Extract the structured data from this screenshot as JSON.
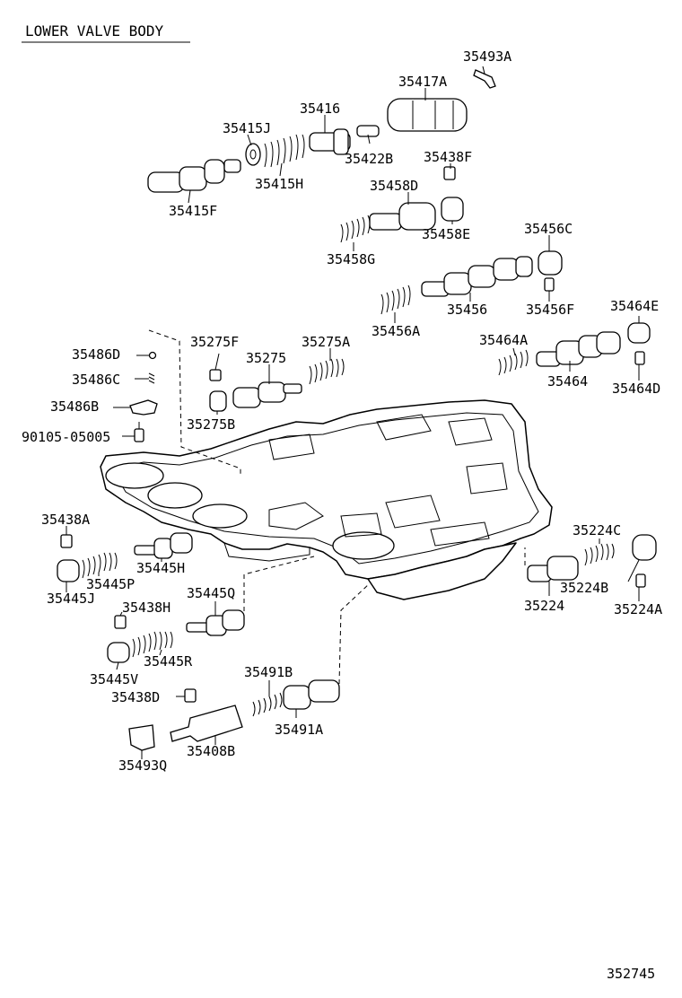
{
  "title": "LOWER VALVE BODY",
  "ref": "352745",
  "parts": [
    "35493A",
    "35417A",
    "35415J",
    "35416",
    "35422B",
    "35438F",
    "35415H",
    "35415F",
    "35458D",
    "35458E",
    "35458G",
    "35456C",
    "35456",
    "35456F",
    "35456A",
    "35464E",
    "35464A",
    "35464",
    "35464D",
    "35486D",
    "35275F",
    "35275A",
    "35275",
    "35486C",
    "35486B",
    "90105-05005",
    "35275B",
    "35438A",
    "35445H",
    "35445P",
    "35445J",
    "35224C",
    "35224B",
    "35224",
    "35224A",
    "35445Q",
    "35438H",
    "35445R",
    "35445V",
    "35491B",
    "35438D",
    "35491A",
    "35493Q",
    "35408B"
  ]
}
